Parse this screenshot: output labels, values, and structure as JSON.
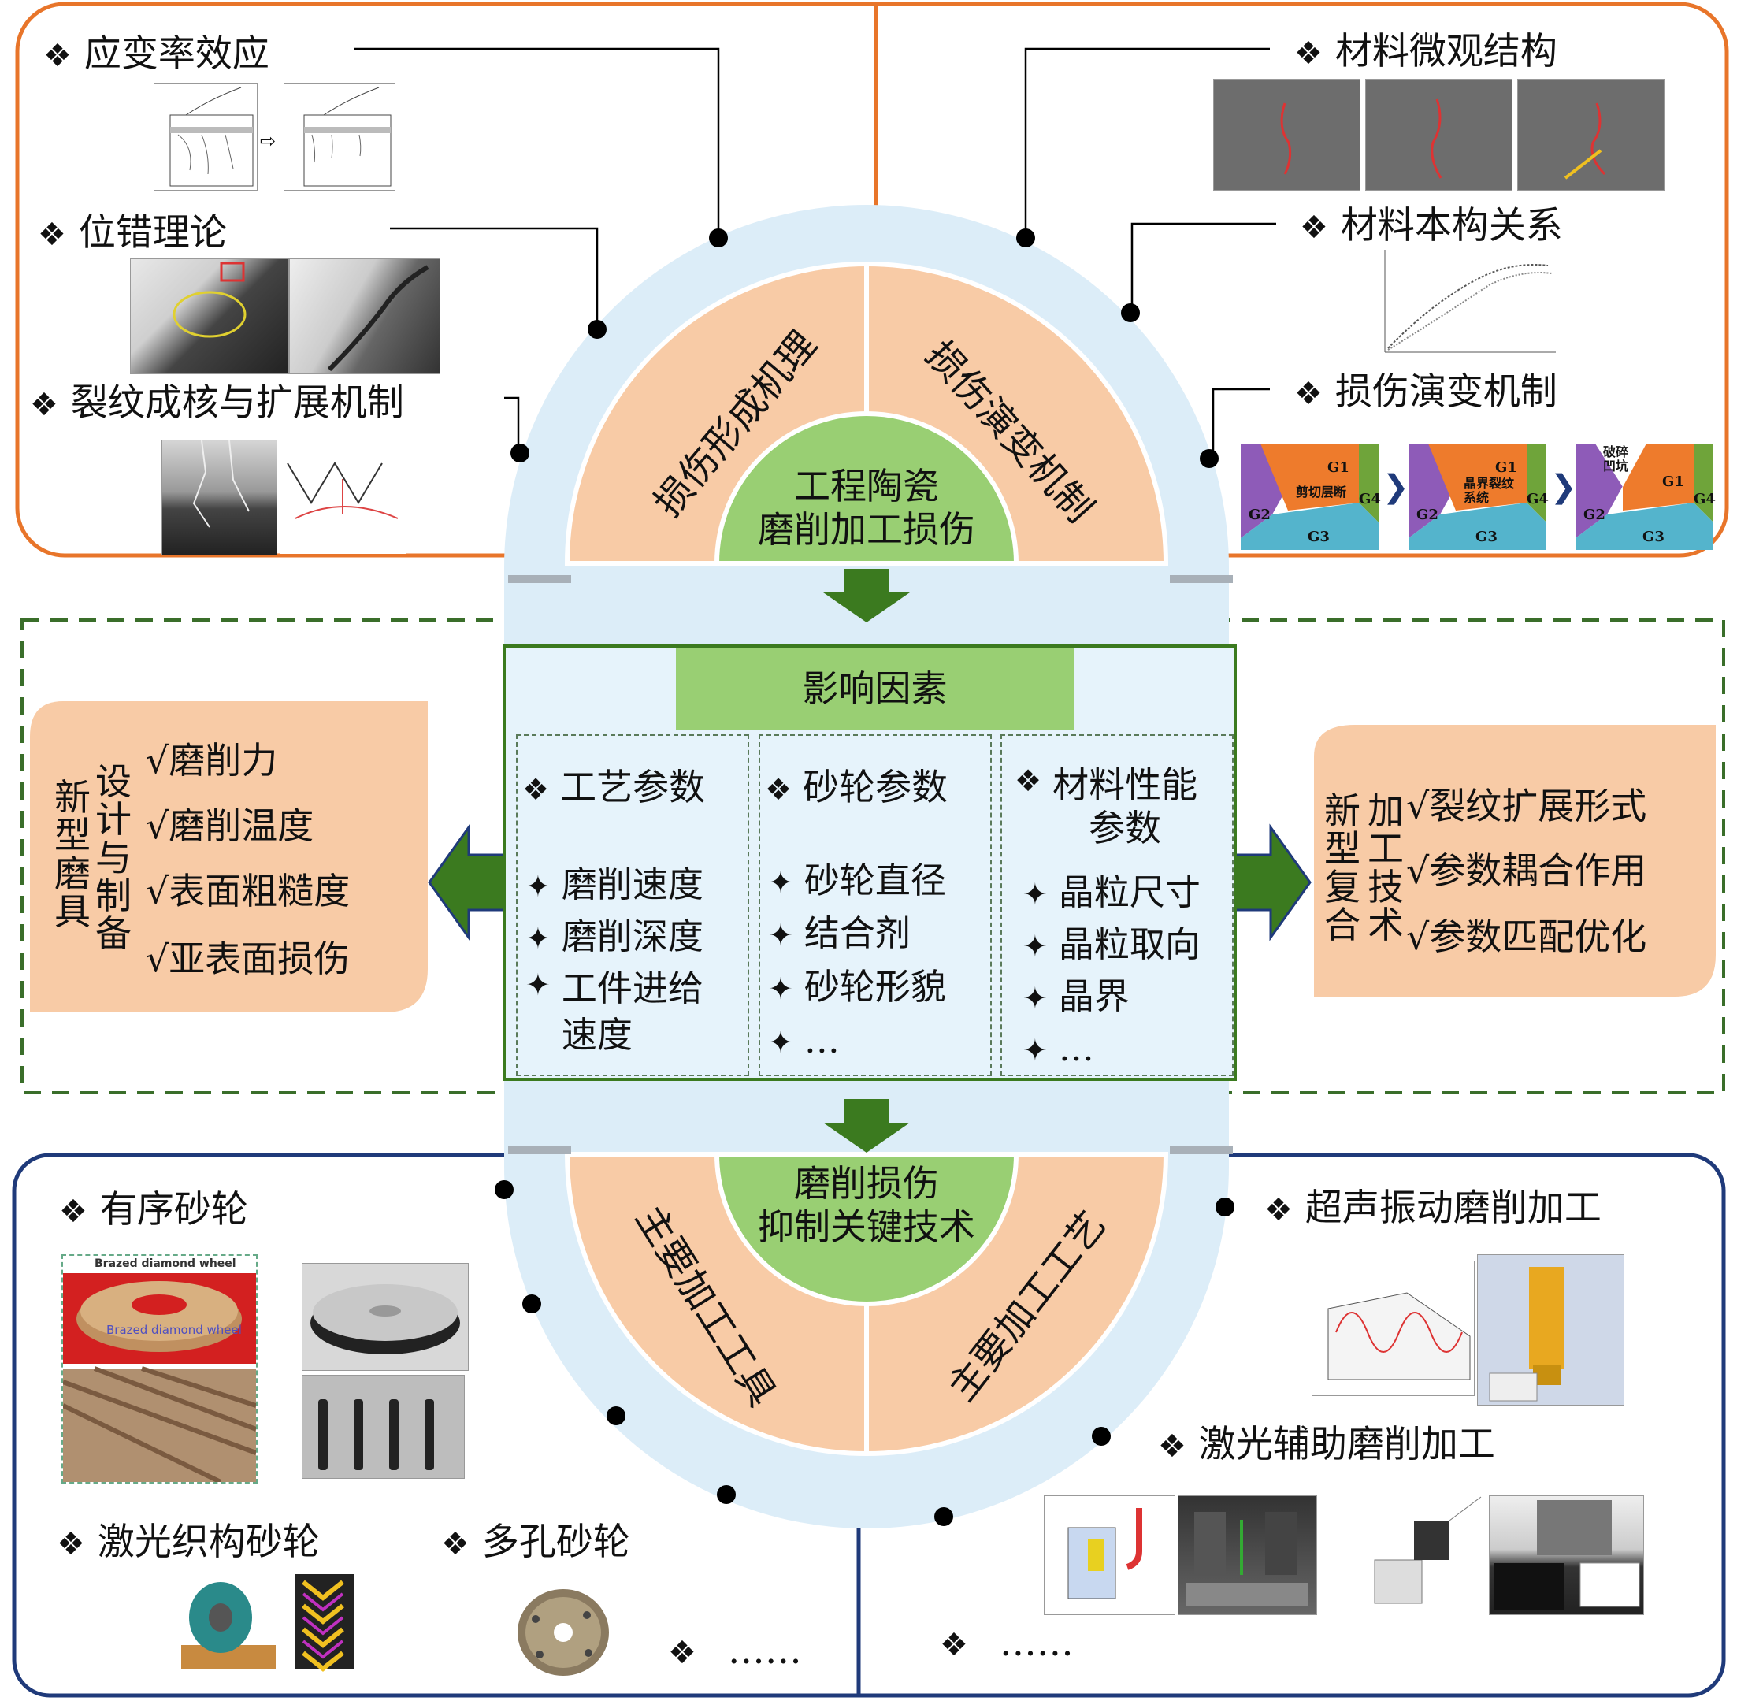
{
  "center": {
    "top_label": "工程陶瓷\n磨削加工损伤",
    "top_left_sector": "损伤形成机理",
    "top_right_sector": "损伤演变机制",
    "bottom_label": "磨削损伤\n抑制关键技术",
    "bottom_left_sector": "主要加工工具",
    "bottom_right_sector": "主要加工工艺"
  },
  "top_left": {
    "items": [
      "应变率效应",
      "位错理论",
      "裂纹成核与扩展机制"
    ]
  },
  "top_right": {
    "items": [
      "材料微观结构",
      "材料本构关系",
      "损伤演变机制"
    ],
    "evolution_labels": {
      "g1": "G1",
      "g2": "G2",
      "g3": "G3",
      "g4": "G4",
      "stage1": "剪切层断",
      "stage2": "晶界裂纹系统",
      "stage3": "破碎凹坑"
    }
  },
  "middle": {
    "title": "影响因素",
    "columns": [
      {
        "header": "工艺参数",
        "items": [
          "磨削速度",
          "磨削深度",
          "工件进给\n速度"
        ]
      },
      {
        "header": "砂轮参数",
        "items": [
          "砂轮直径",
          "结合剂",
          "砂轮形貌",
          "…"
        ]
      },
      {
        "header": "材料性能\n参数",
        "items": [
          "晶粒尺寸",
          "晶粒取向",
          "晶界",
          "…"
        ]
      }
    ],
    "left_panel": {
      "vertical_a": "新型磨具",
      "vertical_b": "设计与制备",
      "items": [
        "√磨削力",
        "√磨削温度",
        "√表面粗糙度",
        "√亚表面损伤"
      ]
    },
    "right_panel": {
      "vertical_a": "新型复合",
      "vertical_b": "加工技术",
      "items": [
        "√裂纹扩展形式",
        "√参数耦合作用",
        "√参数匹配优化"
      ]
    }
  },
  "bottom_left": {
    "items": [
      "有序砂轮",
      "激光织构砂轮",
      "多孔砂轮",
      "……"
    ],
    "image_caption": "Brazed diamond wheel"
  },
  "bottom_right": {
    "items": [
      "超声振动磨削加工",
      "激光辅助磨削加工",
      "……"
    ]
  },
  "colors": {
    "orange_border": "#e8752a",
    "navy_border": "#1f3a7a",
    "green_dash": "#3a6e2a",
    "salmon": "#f8cba6",
    "green": "#99cf73",
    "light_blue": "#dcedf8",
    "arrow_green": "#3b7a1f"
  }
}
